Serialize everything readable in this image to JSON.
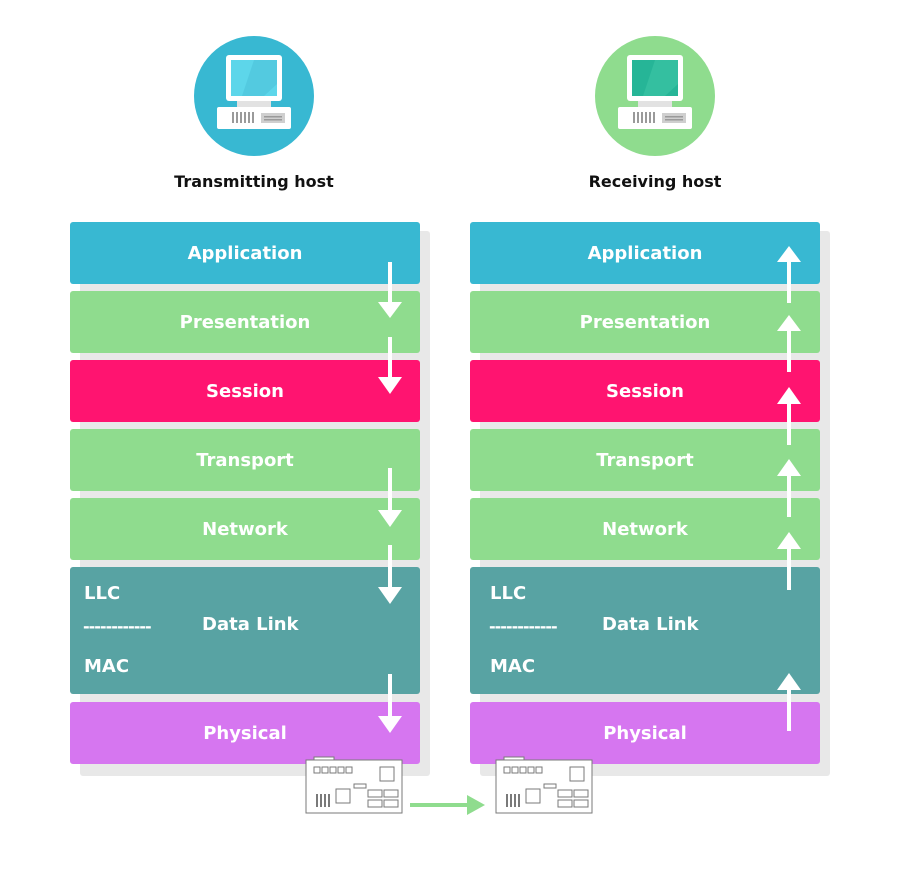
{
  "hosts": [
    {
      "title": "Transmitting host",
      "icon": "computer-icon",
      "circle_color": "#38b8d2",
      "screen_color": "#5dd6ea",
      "direction": "down"
    },
    {
      "title": "Receiving host",
      "icon": "computer-icon",
      "circle_color": "#8fdc8e",
      "screen_color": "#26b597",
      "direction": "up"
    }
  ],
  "layers": [
    {
      "label": "Application",
      "color": "#38b8d2"
    },
    {
      "label": "Presentation",
      "color": "#8fdc8e"
    },
    {
      "label": "Session",
      "color": "#ff1470"
    },
    {
      "label": "Transport",
      "color": "#8fdc8e"
    },
    {
      "label": "Network",
      "color": "#8fdc8e"
    },
    {
      "label": "Data Link",
      "color": "#58a3a3",
      "sublayers": [
        "LLC",
        "MAC"
      ],
      "divider": "------------"
    },
    {
      "label": "Physical",
      "color": "#d676f0"
    }
  ],
  "transmission_arrow_color": "#8fdc8e",
  "hardware_icon": "network-card-icon"
}
